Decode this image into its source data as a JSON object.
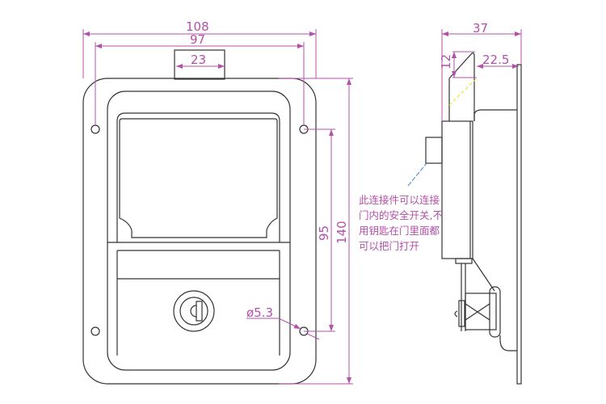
{
  "front_view": {
    "dim_overall_width": "108",
    "dim_hole_spacing_width": "97",
    "dim_tongue_width": "23",
    "dim_hole_spacing_height": "95",
    "dim_overall_height": "140",
    "dim_hole_diameter": "ø5.3"
  },
  "side_view": {
    "dim_depth": "37",
    "dim_latch_height": "12",
    "dim_latch_offset": "22.5"
  },
  "note": "此连接件可以连接门内的安全开关,不用钥匙在门里面都可以把门打开",
  "colors": {
    "dimension": "#b350a8",
    "outline": "#333333",
    "leader": "#4a7fd6",
    "hidden": "#e8e820"
  }
}
